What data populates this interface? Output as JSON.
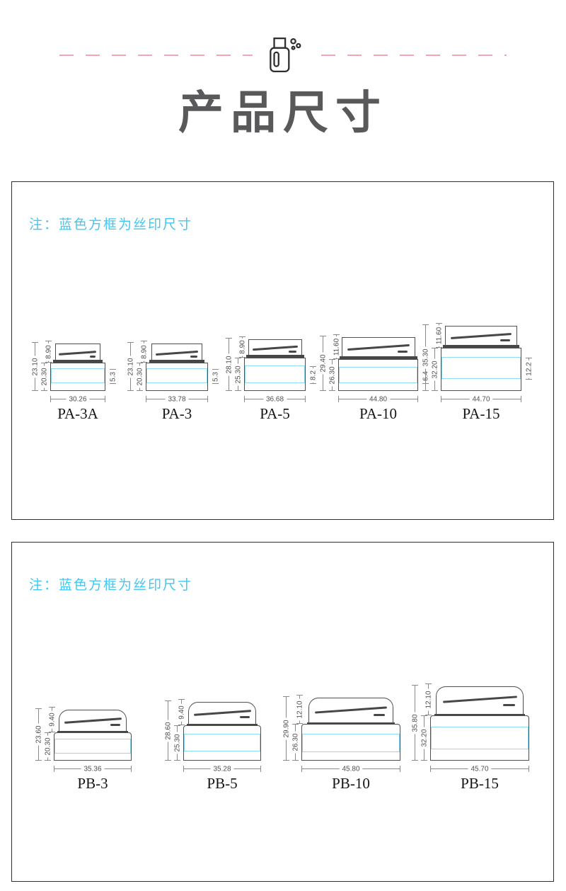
{
  "page": {
    "title": "产品尺寸"
  },
  "icons": {
    "top": "bottle-with-bubbles"
  },
  "colors": {
    "title_text": "#59595b",
    "note_text": "#41c7f4",
    "silkprint_box": "#8fdcf2",
    "dashed_divider": "#f2a6b5",
    "drawing_line": "#4f4f4f"
  },
  "panels": [
    {
      "id": "PA",
      "note": "注：蓝色方框为丝印尺寸",
      "jars": [
        {
          "name": "PA-3A",
          "overall_height": "23.10",
          "body_height": "20.30",
          "cap_height": "8.90",
          "print_height": "5.3",
          "width": "30.26"
        },
        {
          "name": "PA-3",
          "overall_height": "23.10",
          "body_height": "20.30",
          "cap_height": "8.90",
          "print_height": "5.3",
          "width": "33.78"
        },
        {
          "name": "PA-5",
          "overall_height": "28.10",
          "body_height": "25.30",
          "cap_height": "8.90",
          "print_height": "8.2",
          "width": "36.68"
        },
        {
          "name": "PA-10",
          "overall_height": "29.40",
          "body_height": "26.30",
          "cap_height": "11.60",
          "print_height": "6.4",
          "width": "44.80"
        },
        {
          "name": "PA-15",
          "overall_height": "35.30",
          "body_height": "32.20",
          "cap_height": "11.60",
          "print_height": "12.2",
          "width": "44.70"
        }
      ]
    },
    {
      "id": "PB",
      "note": "注：蓝色方框为丝印尺寸",
      "jars": [
        {
          "name": "PB-3",
          "overall_height": "23.60",
          "body_height": "20.30",
          "cap_height": "9.40",
          "width": "35.36"
        },
        {
          "name": "PB-5",
          "overall_height": "28.60",
          "body_height": "25.30",
          "cap_height": "9.40",
          "width": "35.28"
        },
        {
          "name": "PB-10",
          "overall_height": "29.90",
          "body_height": "26.30",
          "cap_height": "12.10",
          "width": "45.80"
        },
        {
          "name": "PB-15",
          "overall_height": "35.80",
          "body_height": "32.20",
          "cap_height": "12.10",
          "width": "45.70"
        }
      ]
    }
  ]
}
